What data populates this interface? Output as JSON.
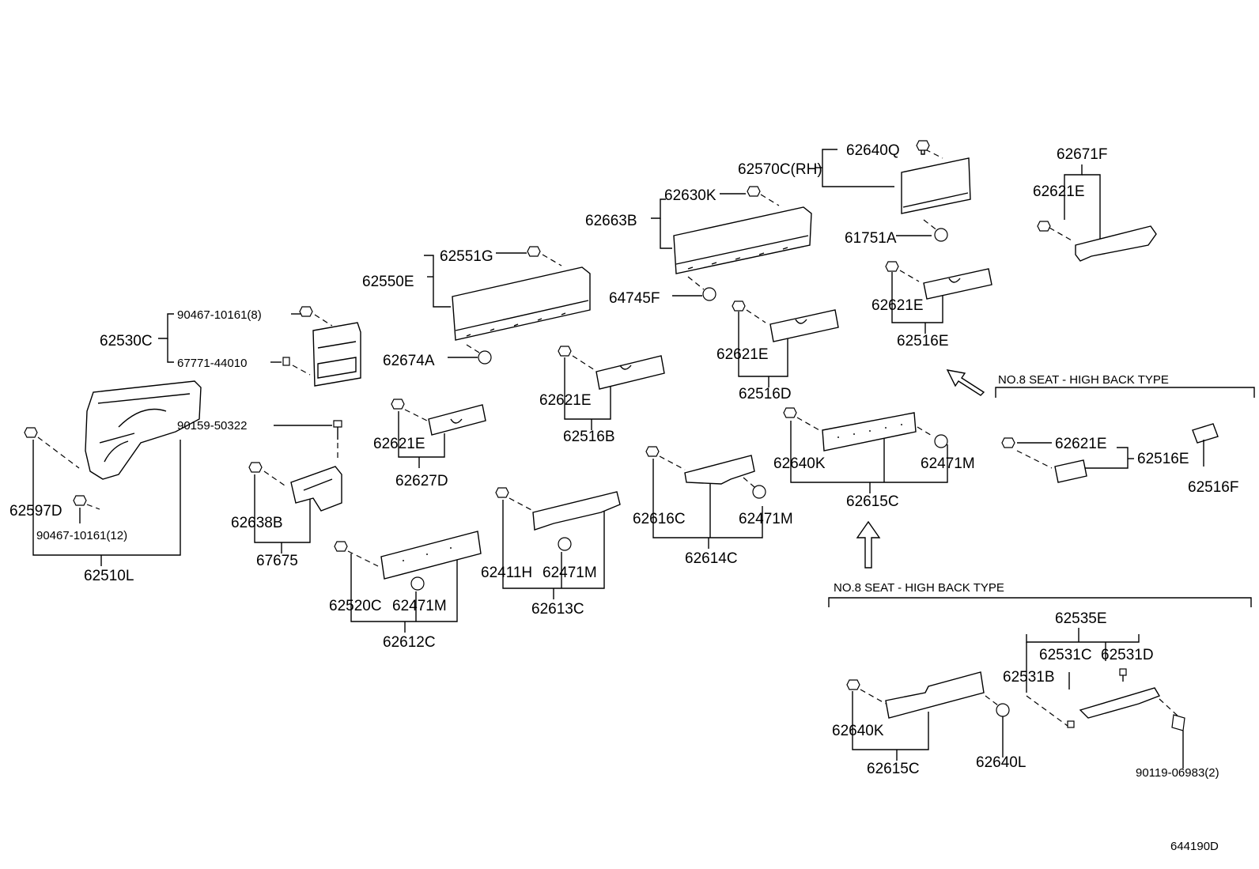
{
  "diagram_id": "644190D",
  "notes": {
    "seat_right": "NO.8  SEAT - HIGH BACK TYPE",
    "seat_bottom": "NO.8  SEAT - HIGH BACK TYPE"
  },
  "labels": {
    "l62640Q": "62640Q",
    "l62570C": "62570C(RH)",
    "l62671F": "62671F",
    "l62621E_a": "62621E",
    "l62630K": "62630K",
    "l62663B": "62663B",
    "l61751A": "61751A",
    "l62551G": "62551G",
    "l62550E": "62550E",
    "l64745F": "64745F",
    "l62621E_b": "62621E",
    "l62516E_a": "62516E",
    "l90467_8": "90467-10161(8)",
    "l62530C": "62530C",
    "l67771": "67771-44010",
    "l62674A": "62674A",
    "l62621E_c": "62621E",
    "l62516D": "62516D",
    "l62621E_d": "62621E",
    "l62516B": "62516B",
    "l90159": "90159-50322",
    "l62621E_e": "62621E",
    "l62627D": "62627D",
    "l62597D": "62597D",
    "l90467_12": "90467-10161(12)",
    "l62510L": "62510L",
    "l62638B": "62638B",
    "l67675": "67675",
    "l62640K_a": "62640K",
    "l62471M_a": "62471M",
    "l62615C_a": "62615C",
    "l62621E_f": "62621E",
    "l62516E_b": "62516E",
    "l62516F": "62516F",
    "l62616C": "62616C",
    "l62471M_b": "62471M",
    "l62614C": "62614C",
    "l62411H": "62411H",
    "l62471M_c": "62471M",
    "l62613C": "62613C",
    "l62520C": "62520C",
    "l62471M_d": "62471M",
    "l62612C": "62612C",
    "l62535E": "62535E",
    "l62531C": "62531C",
    "l62531D": "62531D",
    "l62531B": "62531B",
    "l62640K_b": "62640K",
    "l62615C_b": "62615C",
    "l62640L": "62640L",
    "l90119": "90119-06983(2)"
  }
}
